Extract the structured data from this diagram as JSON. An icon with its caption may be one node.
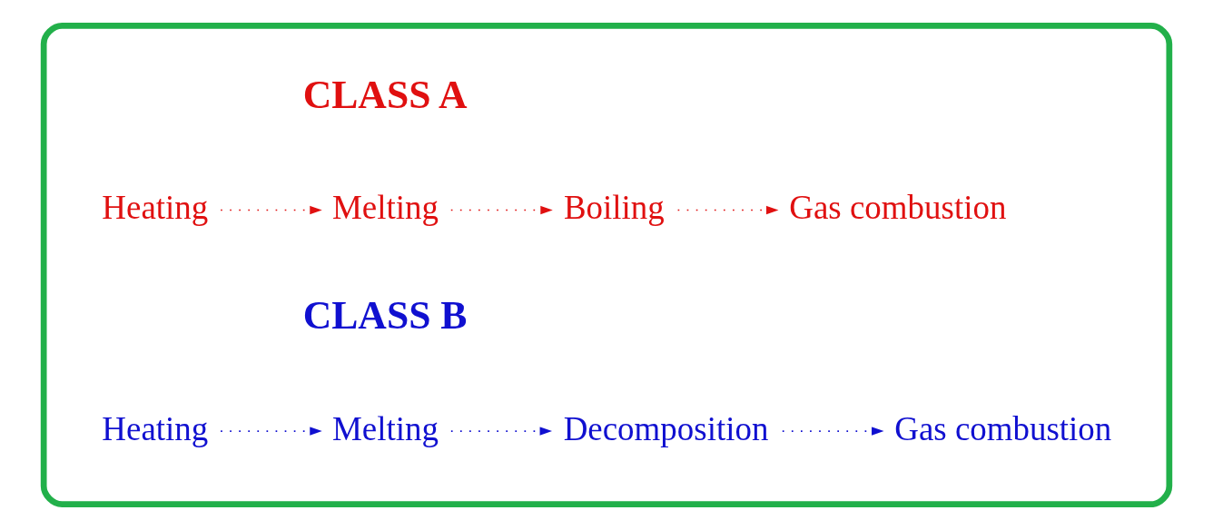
{
  "diagram": {
    "nodes": [
      {
        "text": [],
        "shape": "box"
      },
      {
        "text": [
          "Heating"
        ],
        "in": 0
      },
      {
        "text": [
          "Melting"
        ],
        "in": 0
      },
      {
        "text": [
          "Boiling"
        ],
        "in": 0
      },
      {
        "text": [
          "Gas combustion"
        ],
        "in": 0
      },
      {
        "text": [
          "Heating"
        ],
        "in": 0
      },
      {
        "text": [
          "Melting"
        ],
        "in": 0
      },
      {
        "text": [
          "Decomposition"
        ],
        "in": 0
      },
      {
        "text": [
          "Gas combustion"
        ],
        "in": 0
      }
    ],
    "edges": [
      {
        "from": 1,
        "to": 2,
        "arrow": "to",
        "style": "dashed",
        "color": "#e01010"
      },
      {
        "from": 2,
        "to": 3,
        "arrow": "to",
        "style": "dashed",
        "color": "#e01010"
      },
      {
        "from": 3,
        "to": 4,
        "arrow": "to",
        "style": "dashed",
        "color": "#e01010"
      },
      {
        "from": 5,
        "to": 6,
        "arrow": "to",
        "style": "dashed",
        "color": "#1010d0"
      },
      {
        "from": 6,
        "to": 7,
        "arrow": "to",
        "style": "dashed",
        "color": "#1010d0"
      },
      {
        "from": 7,
        "to": 8,
        "arrow": "to",
        "style": "dashed",
        "color": "#1010d0"
      }
    ],
    "labels": [
      "CLASS A",
      "CLASS B"
    ]
  }
}
